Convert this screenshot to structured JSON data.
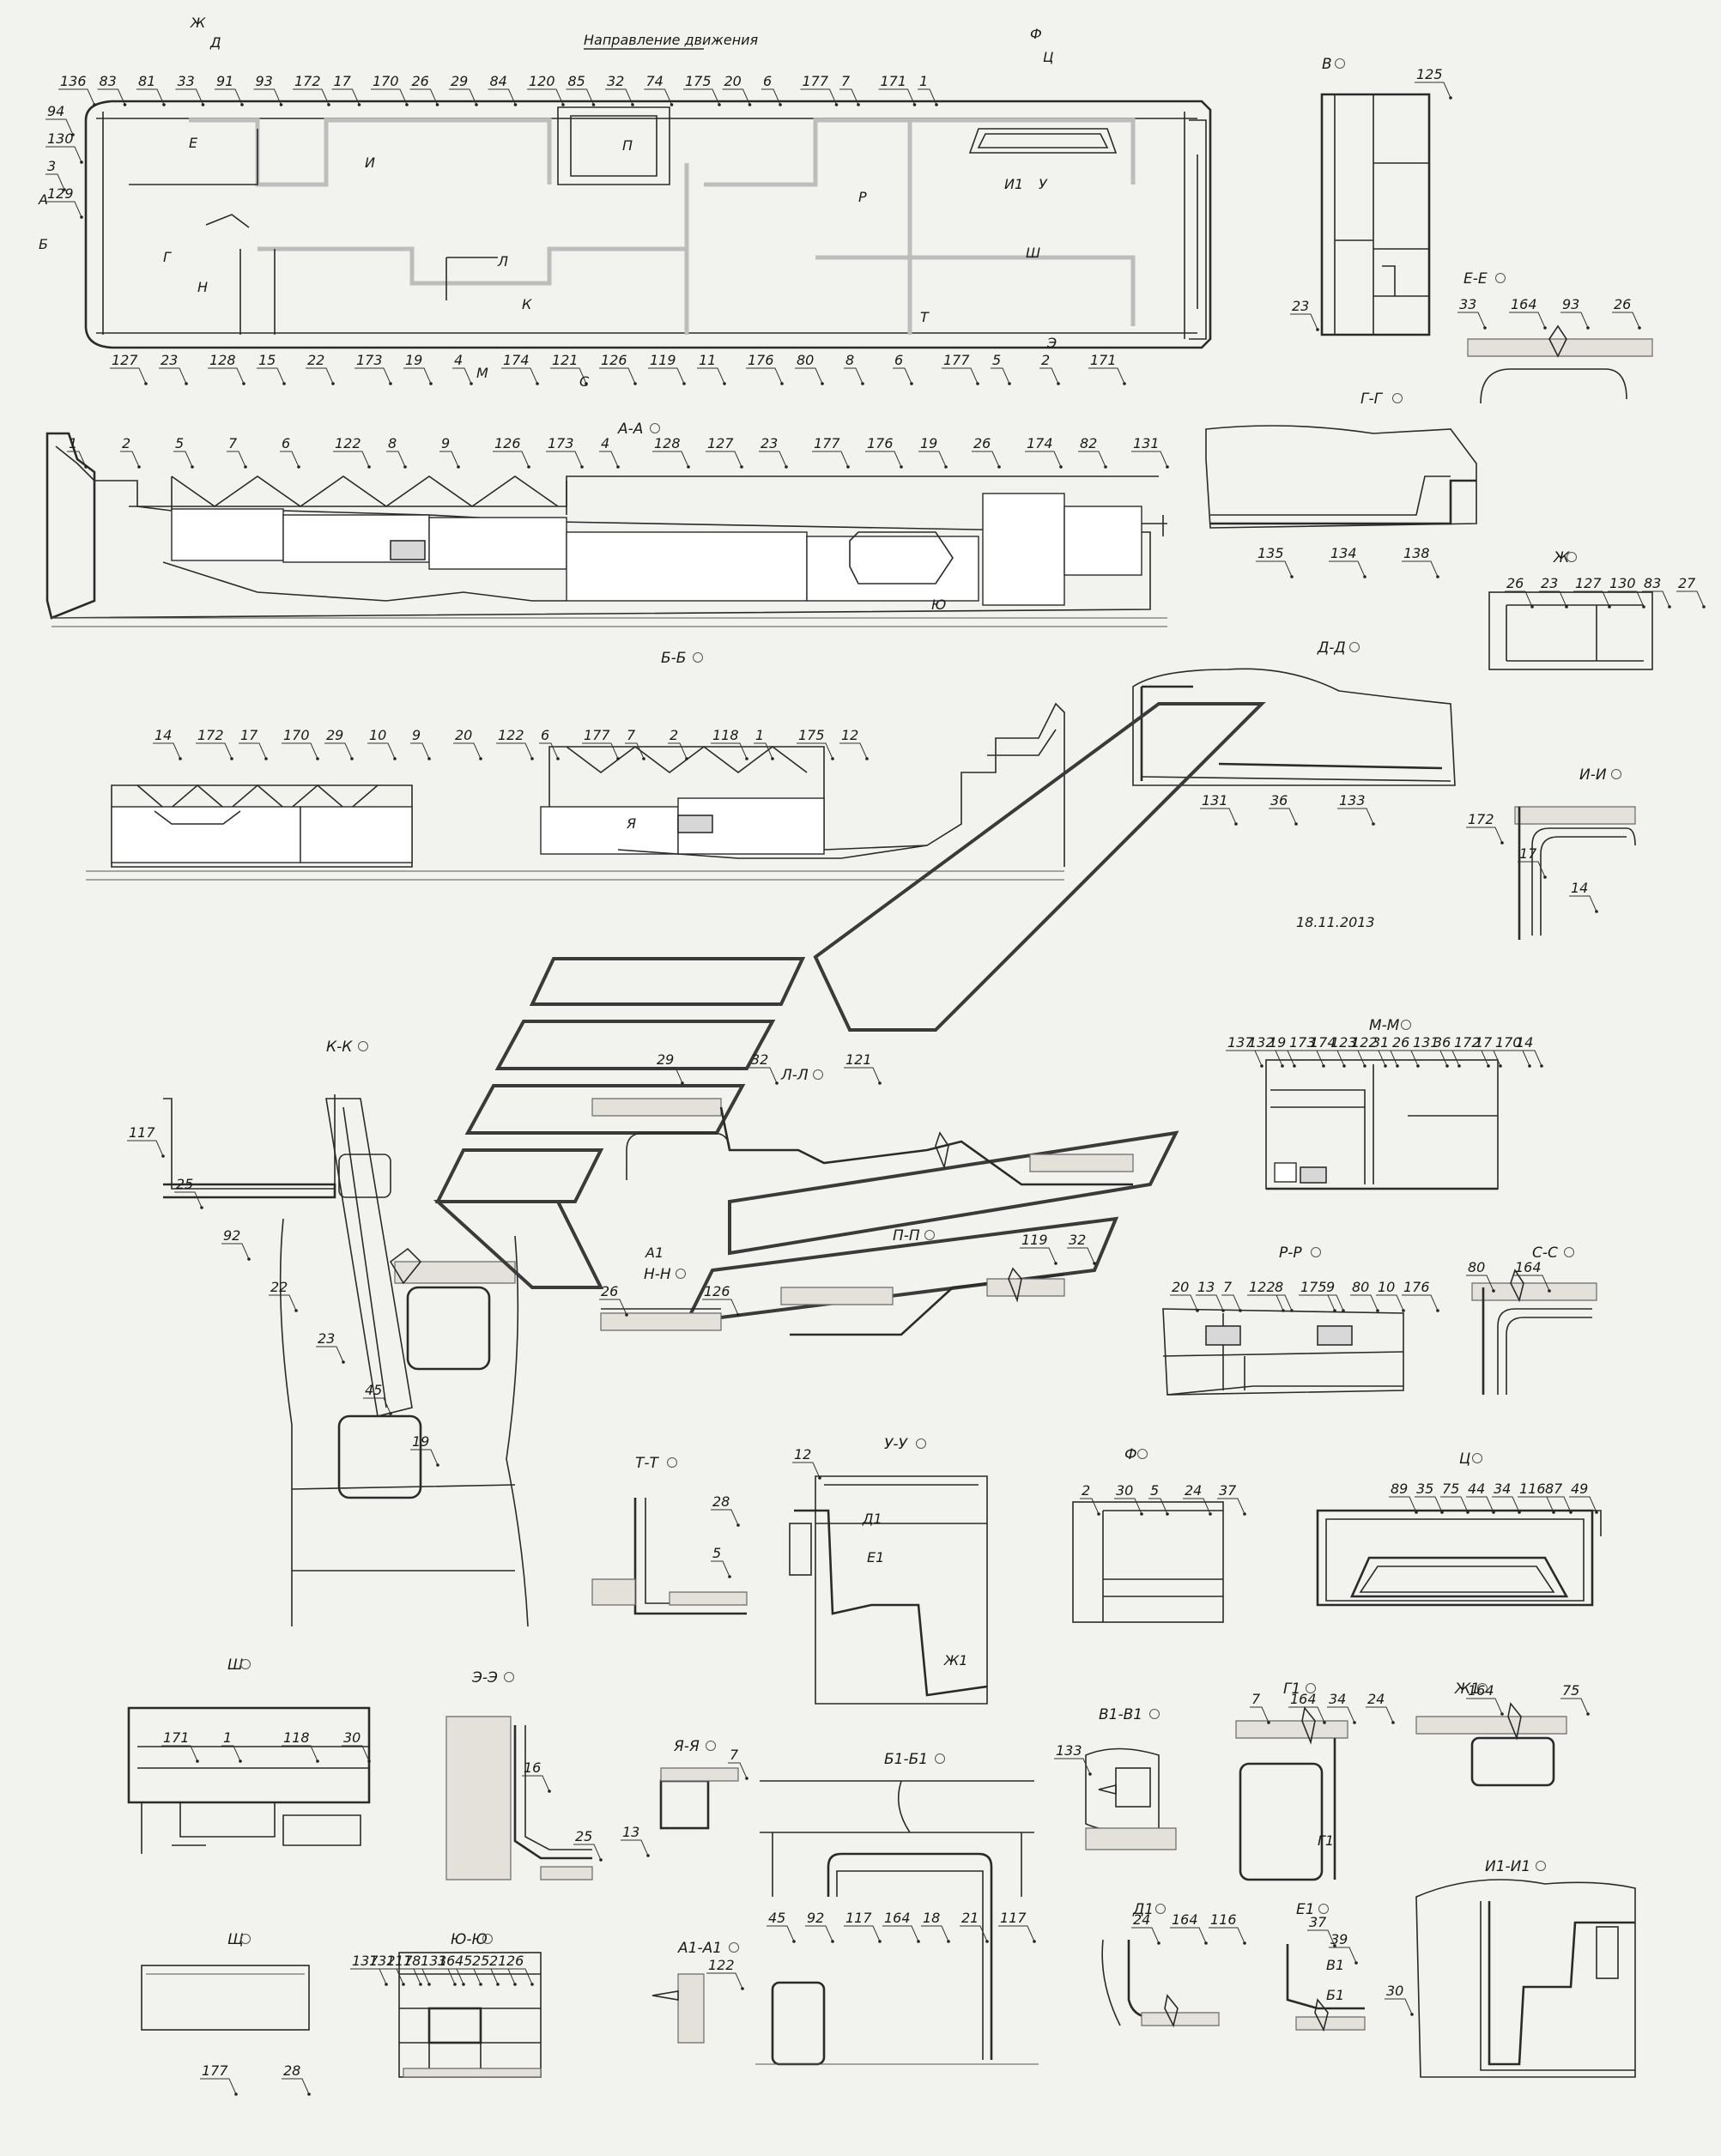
{
  "sheet": {
    "direction_label": "Направление движения",
    "date_label": "18.11.2013"
  },
  "section_titles": [
    "А-А",
    "Б-Б",
    "В",
    "Г-Г",
    "Д-Д",
    "Е-Е",
    "Ж",
    "И-И",
    "К-К",
    "Л-Л",
    "М-М",
    "Н-Н",
    "П-П",
    "Р-Р",
    "С-С",
    "Т-Т",
    "У-У",
    "Ф",
    "Ц",
    "Ш",
    "Щ",
    "Э-Э",
    "Ю-Ю",
    "Я-Я",
    "А1-А1",
    "Б1-Б1",
    "В1-В1",
    "Г1",
    "Д1",
    "Е1",
    "Ж1",
    "И1-И1"
  ],
  "cut_markers": [
    "А",
    "Б",
    "Г",
    "Д",
    "Е",
    "Ж",
    "И",
    "К",
    "Л",
    "М",
    "Н",
    "П",
    "Р",
    "С",
    "Т",
    "У",
    "Ф",
    "Ц",
    "Ш",
    "Э",
    "И1",
    "Ю",
    "Я",
    "А1",
    "Б1",
    "В1",
    "Г1",
    "Д1",
    "Е1",
    "Ж1"
  ],
  "callouts": {
    "plan_top": [
      "136",
      "83",
      "81",
      "33",
      "91",
      "93",
      "172",
      "17",
      "170",
      "26",
      "29",
      "84",
      "120",
      "85",
      "32",
      "74",
      "175",
      "20",
      "6",
      "177",
      "7",
      "171",
      "1"
    ],
    "plan_left": [
      "94",
      "130",
      "3",
      "129"
    ],
    "plan_bottom": [
      "127",
      "23",
      "128",
      "15",
      "22",
      "173",
      "19",
      "4",
      "174",
      "121",
      "126",
      "119",
      "11",
      "176",
      "80",
      "8",
      "6",
      "177",
      "5",
      "2",
      "171"
    ],
    "section_aa": [
      "1",
      "2",
      "5",
      "7",
      "6",
      "122",
      "8",
      "9",
      "126",
      "173",
      "4",
      "128",
      "127",
      "23",
      "177",
      "176",
      "19",
      "26",
      "174",
      "82",
      "131"
    ],
    "section_bb": [
      "14",
      "172",
      "17",
      "170",
      "29",
      "10",
      "9",
      "20",
      "122",
      "6",
      "177",
      "7",
      "2",
      "118",
      "1",
      "175",
      "12"
    ],
    "view_v": [
      "125",
      "23"
    ],
    "section_ee": [
      "33",
      "164",
      "93",
      "26"
    ],
    "section_gg": [
      "135",
      "134",
      "138"
    ],
    "view_zh": [
      "26",
      "23",
      "127",
      "130",
      "83",
      "27"
    ],
    "section_dd": [
      "131",
      "36",
      "133"
    ],
    "section_ii": [
      "172",
      "17",
      "14"
    ],
    "section_kk": [
      "117",
      "25",
      "92",
      "22",
      "23",
      "45",
      "19"
    ],
    "section_ll": [
      "29",
      "32",
      "121"
    ],
    "section_nn": [
      "26",
      "126"
    ],
    "section_pp": [
      "119",
      "32"
    ],
    "section_mm": [
      "137",
      "132",
      "19",
      "173",
      "174",
      "123",
      "122",
      "31",
      "26",
      "131",
      "36",
      "172",
      "17",
      "170",
      "14"
    ],
    "section_rr": [
      "20",
      "13",
      "7",
      "122",
      "8",
      "175",
      "9",
      "80",
      "10",
      "176"
    ],
    "section_ss": [
      "80",
      "164"
    ],
    "section_tt": [
      "28",
      "5"
    ],
    "section_uu": [
      "12"
    ],
    "view_f": [
      "2",
      "30",
      "5",
      "24",
      "37"
    ],
    "view_ts": [
      "89",
      "35",
      "75",
      "44",
      "34",
      "116",
      "87",
      "49"
    ],
    "view_sh": [
      "171",
      "1",
      "118",
      "30"
    ],
    "section_ee2": [
      "16",
      "25"
    ],
    "section_yaya": [
      "7",
      "13"
    ],
    "section_b1b1": [
      "45",
      "92",
      "117",
      "164",
      "18",
      "21",
      "117"
    ],
    "section_v1v1": [
      "133"
    ],
    "view_g1": [
      "7",
      "164",
      "34",
      "24"
    ],
    "view_zh1": [
      "164",
      "75"
    ],
    "view_shch": [
      "177",
      "28"
    ],
    "section_yuyu": [
      "137",
      "132",
      "117",
      "18",
      "131",
      "36",
      "45",
      "25",
      "21",
      "26"
    ],
    "section_a1a1": [
      "122"
    ],
    "view_d1": [
      "24",
      "164",
      "116"
    ],
    "view_e1": [
      "37",
      "39"
    ],
    "section_i1i1": [
      "30"
    ]
  }
}
